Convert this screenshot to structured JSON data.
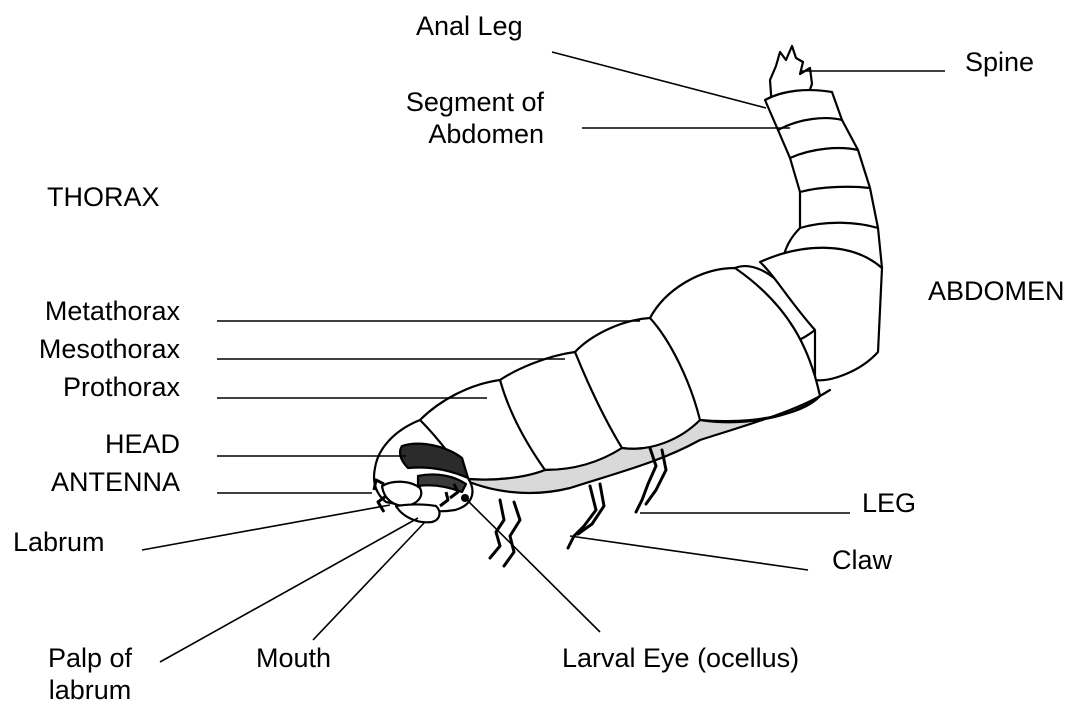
{
  "labels": {
    "anal_leg": "Anal Leg",
    "spine": "Spine",
    "segment_of_abdomen": [
      "Segment of",
      "Abdomen"
    ],
    "thorax": "THORAX",
    "abdomen": "ABDOMEN",
    "metathorax": "Metathorax",
    "mesothorax": "Mesothorax",
    "prothorax": "Prothorax",
    "head": "HEAD",
    "antenna": "ANTENNA",
    "labrum": "Labrum",
    "leg": "LEG",
    "claw": "Claw",
    "palp_of_labrum": [
      "Palp of",
      "labrum"
    ],
    "mouth": "Mouth",
    "larval_eye": "Larval Eye (ocellus)"
  },
  "colors": {
    "ink": "#000000",
    "paper": "#ffffff"
  }
}
